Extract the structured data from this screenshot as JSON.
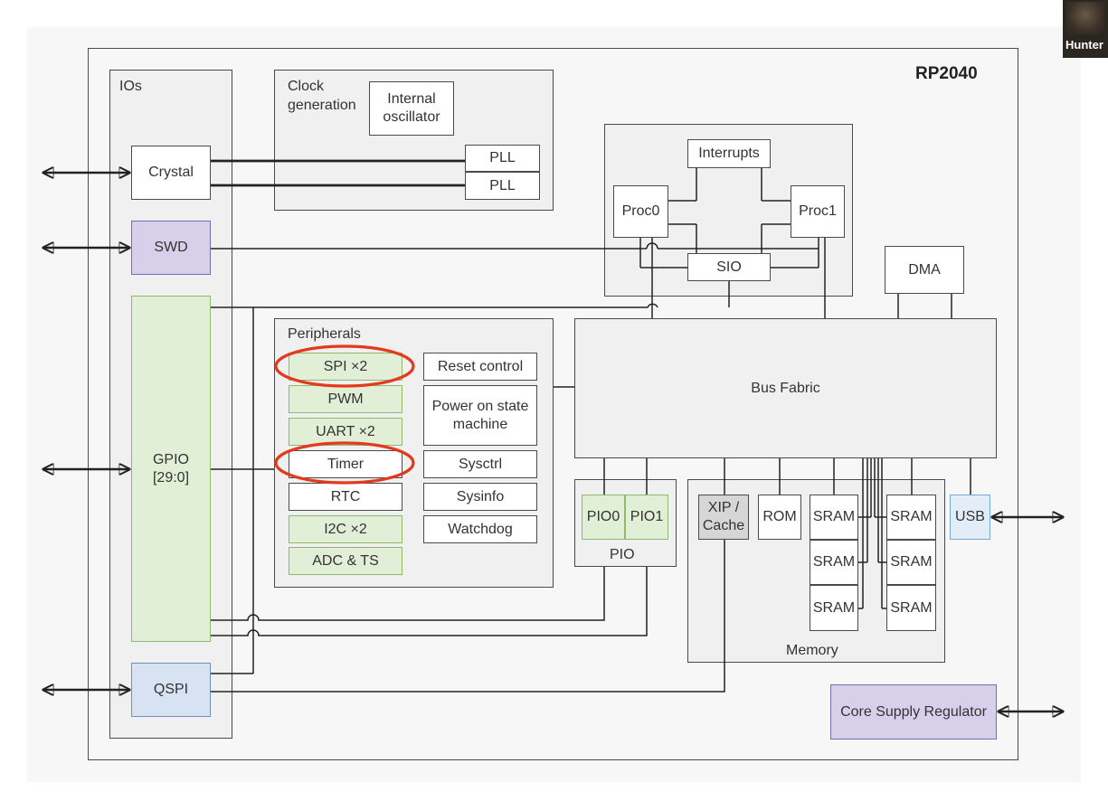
{
  "chip": {
    "title": "RP2040"
  },
  "overlay": {
    "name_tag": "Hunter"
  },
  "ios": {
    "title": "IOs",
    "crystal": "Crystal",
    "swd": "SWD",
    "gpio": "GPIO\n[29:0]",
    "qspi": "QSPI"
  },
  "clock": {
    "title": "Clock\ngeneration",
    "oscillator": "Internal\noscillator",
    "pll": [
      "PLL",
      "PLL"
    ]
  },
  "cpu": {
    "interrupts": "Interrupts",
    "proc0": "Proc0",
    "proc1": "Proc1",
    "sio": "SIO"
  },
  "dma": {
    "label": "DMA"
  },
  "bus": {
    "label": "Bus Fabric"
  },
  "peripherals": {
    "title": "Peripherals",
    "left": [
      "SPI ×2",
      "PWM",
      "UART ×2",
      "Timer",
      "RTC",
      "I2C ×2",
      "ADC & TS"
    ],
    "right": [
      "Reset control",
      "Power on state\nmachine",
      "Sysctrl",
      "Sysinfo",
      "Watchdog"
    ]
  },
  "pio": {
    "title": "PIO",
    "pio0": "PIO0",
    "pio1": "PIO1"
  },
  "memory": {
    "title": "Memory",
    "xip": "XIP /\nCache",
    "rom": "ROM",
    "sram": [
      "SRAM",
      "SRAM",
      "SRAM",
      "SRAM",
      "SRAM",
      "SRAM"
    ]
  },
  "usb": {
    "label": "USB"
  },
  "regulator": {
    "label": "Core Supply Regulator"
  },
  "highlights": [
    "SPI ×2",
    "Timer"
  ],
  "colors": {
    "io_green": "#e2efd7",
    "io_purple": "#d6d0ea",
    "io_blue": "#d7e2f2",
    "highlight_red": "#e23a1e"
  }
}
